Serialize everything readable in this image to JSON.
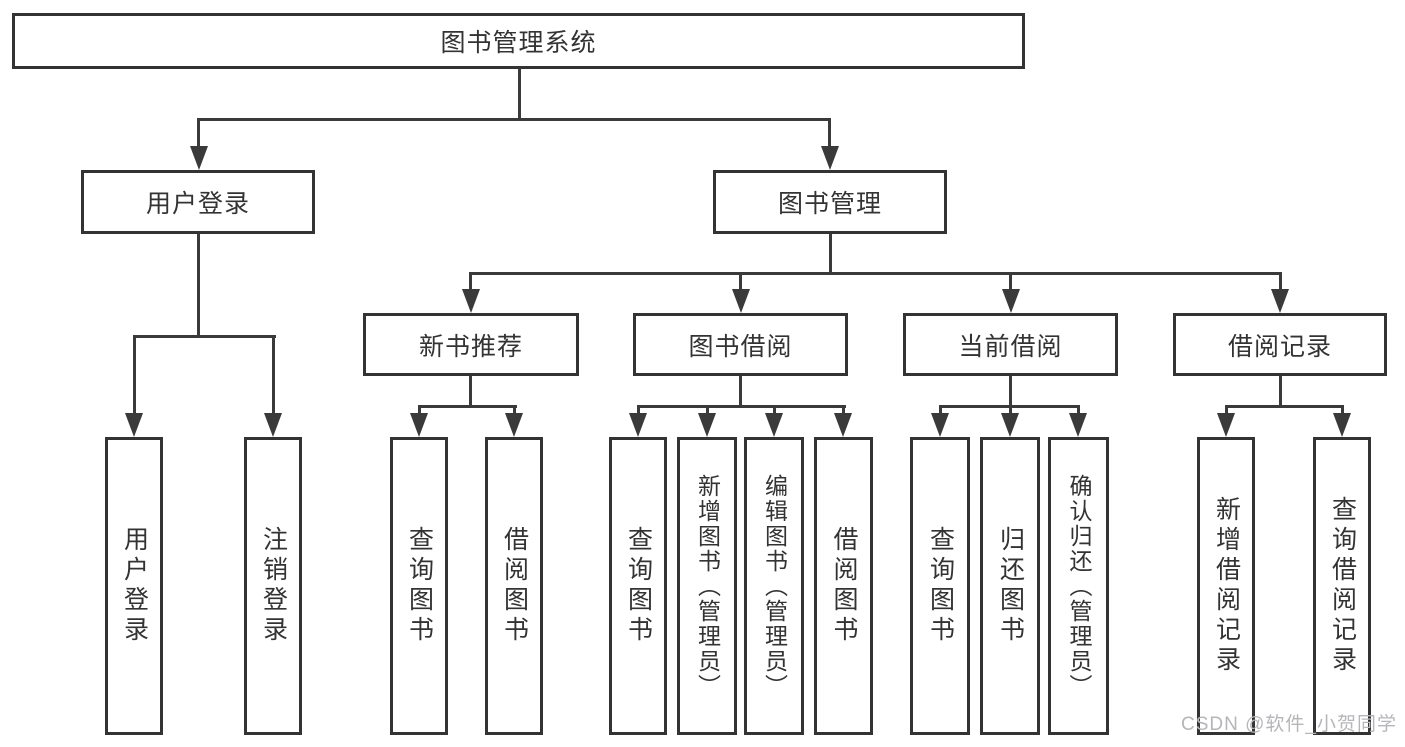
{
  "colors": {
    "box_border": "#333333",
    "connector_line": "#3a3a3a",
    "text": "#333333",
    "watermark_text": "#b6b6ba",
    "background": "#ffffff"
  },
  "diagram": {
    "root": {
      "label": "图书管理系统"
    },
    "branches": [
      {
        "label": "用户登录",
        "children": [
          {
            "label": "用户登录"
          },
          {
            "label": "注销登录"
          }
        ]
      },
      {
        "label": "图书管理",
        "children": [
          {
            "label": "新书推荐",
            "children": [
              {
                "label": "查询图书"
              },
              {
                "label": "借阅图书"
              }
            ]
          },
          {
            "label": "图书借阅",
            "children": [
              {
                "label": "查询图书"
              },
              {
                "label": "新增图书（管理员）"
              },
              {
                "label": "编辑图书（管理员）"
              },
              {
                "label": "借阅图书"
              }
            ]
          },
          {
            "label": "当前借阅",
            "children": [
              {
                "label": "查询图书"
              },
              {
                "label": "归还图书"
              },
              {
                "label": "确认归还（管理员）"
              }
            ]
          },
          {
            "label": "借阅记录",
            "children": [
              {
                "label": "新增借阅记录"
              },
              {
                "label": "查询借阅记录"
              }
            ]
          }
        ]
      }
    ]
  },
  "watermark": {
    "text": "CSDN @软件_小贺同学"
  }
}
